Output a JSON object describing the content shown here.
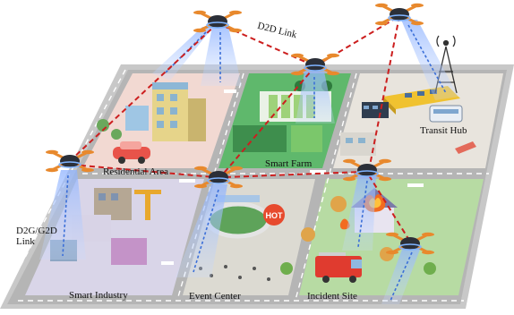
{
  "labels": {
    "d2d_link": "D2D Link",
    "residential_area": "Residential Area",
    "smart_farm": "Smart Farm",
    "transit_hub": "Transit Hub",
    "smart_industry": "Smart Industry",
    "event_center": "Event Center",
    "incident_site": "Incident Site",
    "d2g_link_line1": "D2G/G2D",
    "d2g_link_line2": "Link",
    "hot_badge": "HOT"
  },
  "colors": {
    "d2d_link": "#cc1f1f",
    "d2g_link": "#3b6fd8",
    "road": "#9a9a9a",
    "residential_zone": "#f3d7cf",
    "farm_zone": "#5db86a",
    "transit_zone": "#e6e2dc",
    "industry_zone": "#d6d2e6",
    "event_zone": "#dddbd3",
    "incident_zone": "#b9dba6",
    "drone_body": "#2b2f38",
    "drone_arm": "#e8892d"
  },
  "icons": [
    "drone-icon",
    "cell-tower-icon",
    "fire-icon",
    "fire-truck-icon",
    "train-icon",
    "bus-icon",
    "car-icon",
    "hot-badge-icon"
  ]
}
